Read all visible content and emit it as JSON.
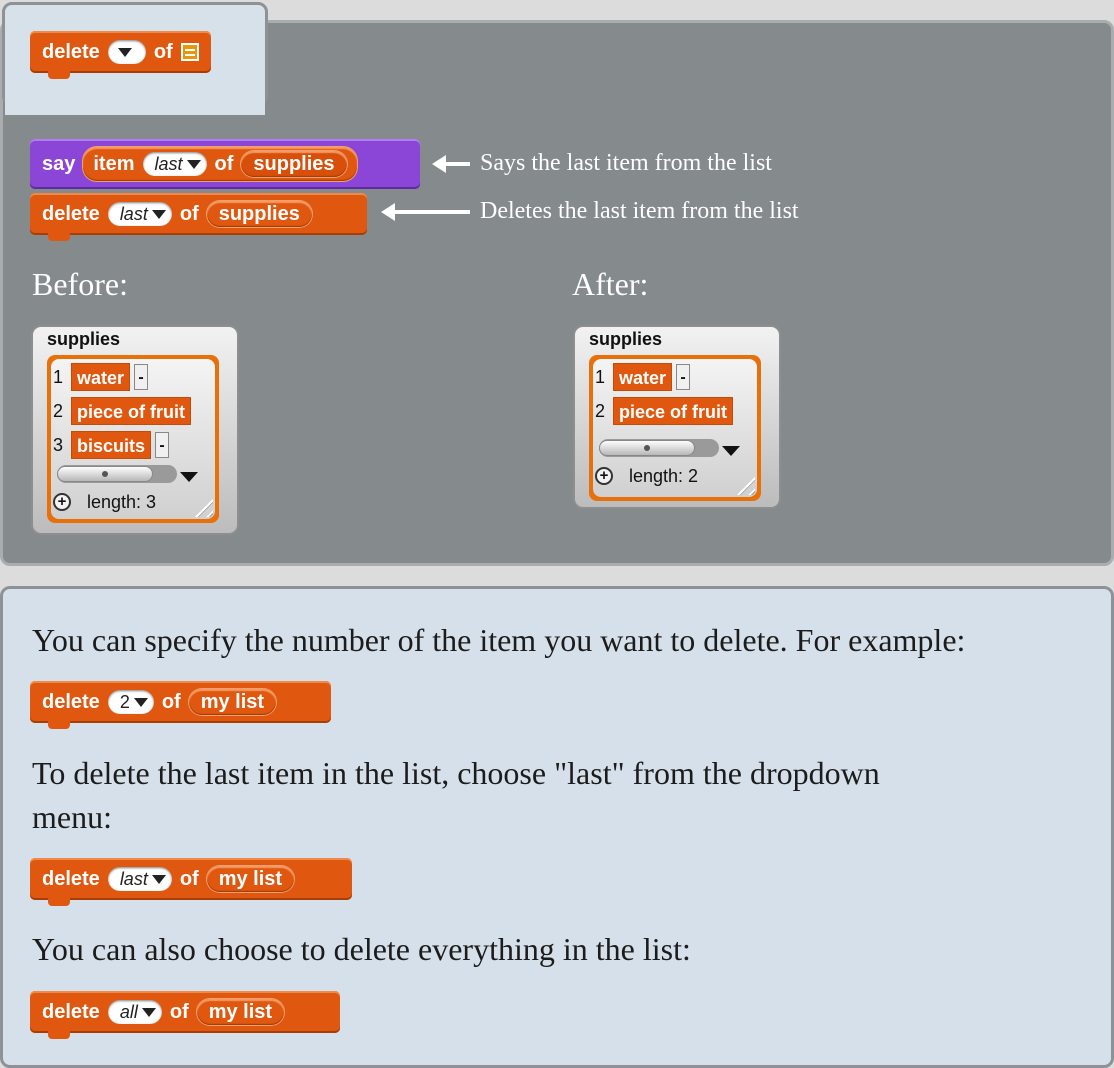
{
  "header_block": {
    "verb": "delete",
    "of": "of"
  },
  "example": {
    "say_block": {
      "say": "say",
      "item": "item",
      "index": "last",
      "of": "of",
      "list": "supplies"
    },
    "delete_block": {
      "verb": "delete",
      "index": "last",
      "of": "of",
      "list": "supplies"
    },
    "note_say": "Says the last item from the list",
    "note_delete": "Deletes the last item from the list",
    "before_label": "Before:",
    "after_label": "After:",
    "before": {
      "name": "supplies",
      "items": [
        {
          "idx": "1",
          "value": "water"
        },
        {
          "idx": "2",
          "value": "piece of fruit"
        },
        {
          "idx": "3",
          "value": "biscuits"
        }
      ],
      "minus": "-",
      "plus": "+",
      "length": "length: 3"
    },
    "after": {
      "name": "supplies",
      "items": [
        {
          "idx": "1",
          "value": "water"
        },
        {
          "idx": "2",
          "value": "piece of fruit"
        }
      ],
      "minus": "-",
      "plus": "+",
      "length": "length: 2"
    }
  },
  "description": {
    "p1": "You can specify the number of the item you want to delete. For example:",
    "block1": {
      "verb": "delete",
      "index": "2",
      "of": "of",
      "list": "my list"
    },
    "p2_line1": "To delete the last item in the list, choose \"last\" from the dropdown",
    "p2_line2": "menu:",
    "block2": {
      "verb": "delete",
      "index": "last",
      "of": "of",
      "list": "my list"
    },
    "p3": "You can also choose to delete everything in the list:",
    "block3": {
      "verb": "delete",
      "index": "all",
      "of": "of",
      "list": "my list"
    }
  },
  "colors": {
    "block_orange": "#e0580f",
    "block_purple": "#8b46d7",
    "panel_gray": "#858a8c",
    "panel_light": "#d6e0ea"
  }
}
